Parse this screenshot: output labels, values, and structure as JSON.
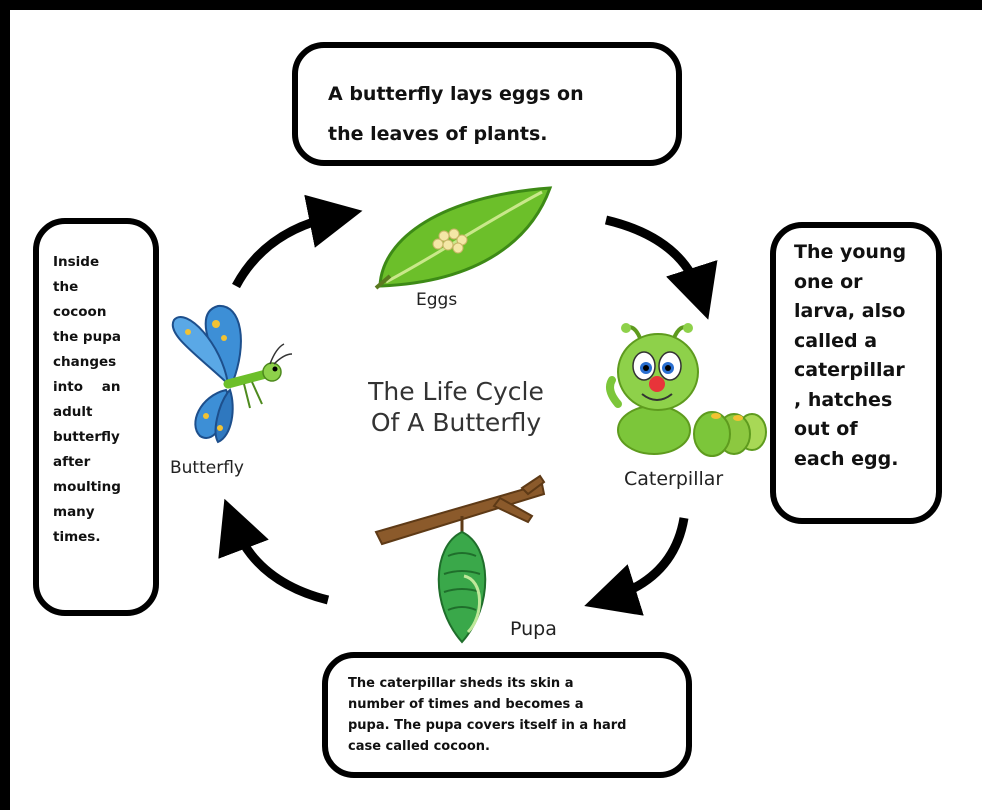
{
  "title": [
    "The Life Cycle",
    "Of A Butterfly"
  ],
  "stages": {
    "eggs": "Eggs",
    "caterpillar": "Caterpillar",
    "pupa": "Pupa",
    "butterfly": "Butterfly"
  },
  "callouts": {
    "eggs": [
      "A butterfly lays eggs on",
      "the leaves of  plants."
    ],
    "larva": [
      "The young",
      "one or",
      "larva, also",
      "called a",
      "caterpillar",
      ", hatches",
      "out of",
      "each egg."
    ],
    "adult": [
      "Inside",
      "the",
      "cocoon",
      "the pupa",
      "changes",
      "into    an",
      "adult",
      "butterfly",
      "after",
      "moulting",
      "many",
      "times."
    ],
    "pupa": [
      "The caterpillar sheds its skin a",
      "number of times and becomes a",
      "pupa. The pupa covers itself in a hard",
      "case called cocoon."
    ]
  },
  "colors": {
    "leaf": "#6cbf2a",
    "caterpillar": "#7cc63a",
    "pupa": "#3aa84a",
    "butterfly": "#3d8fd6",
    "arrow": "#000000"
  }
}
